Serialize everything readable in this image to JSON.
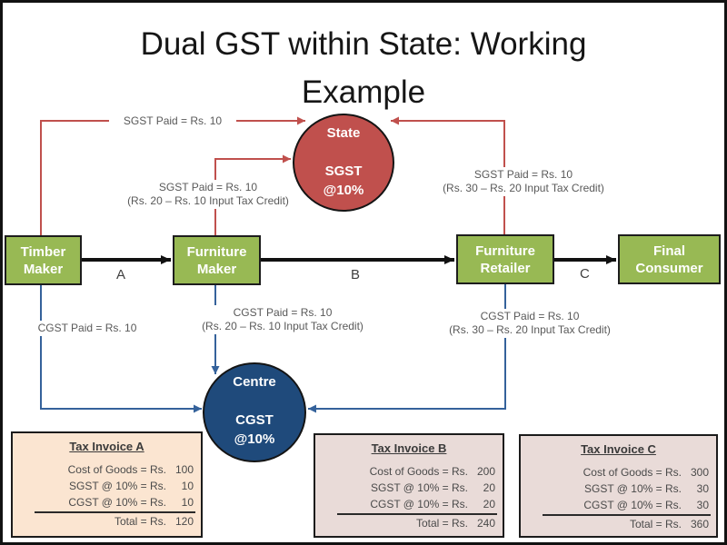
{
  "title": "Dual GST within State: Working Example",
  "entities": [
    {
      "label": "Timber\nMaker"
    },
    {
      "label": "Furniture\nMaker"
    },
    {
      "label": "Furniture\nRetailer"
    },
    {
      "label": "Final\nConsumer"
    }
  ],
  "flow_labels": [
    "A",
    "B",
    "C"
  ],
  "state_circle": {
    "text": "State\n\nSGST\n@10%"
  },
  "centre_circle": {
    "text": "Centre\n\nCGST\n@10%"
  },
  "labels": {
    "sgst_left": "SGST Paid = Rs. 10",
    "sgst_mid": "SGST Paid = Rs. 10\n(Rs. 20 – Rs. 10 Input Tax Credit)",
    "sgst_right": "SGST Paid = Rs. 10\n(Rs. 30 – Rs. 20 Input Tax Credit)",
    "cgst_left": "CGST Paid = Rs. 10",
    "cgst_mid": "CGST Paid = Rs. 10\n(Rs. 20 – Rs. 10 Input Tax Credit)",
    "cgst_right": "CGST Paid = Rs. 10\n(Rs. 30 – Rs. 20 Input Tax Credit)"
  },
  "invoices": [
    {
      "title": "Tax Invoice A",
      "rows": [
        {
          "label": "Cost of Goods = Rs.",
          "value": "100"
        },
        {
          "label": "SGST @ 10% = Rs.",
          "value": "10"
        },
        {
          "label": "CGST @ 10% = Rs.",
          "value": "10"
        }
      ],
      "total": {
        "label": "Total = Rs.",
        "value": "120"
      }
    },
    {
      "title": "Tax Invoice B",
      "rows": [
        {
          "label": "Cost of Goods = Rs.",
          "value": "200"
        },
        {
          "label": "SGST @ 10% = Rs.",
          "value": "20"
        },
        {
          "label": "CGST @ 10% = Rs.",
          "value": "20"
        }
      ],
      "total": {
        "label": "Total = Rs.",
        "value": "240"
      }
    },
    {
      "title": "Tax Invoice C",
      "rows": [
        {
          "label": "Cost of Goods = Rs.",
          "value": "300"
        },
        {
          "label": "SGST @ 10% = Rs.",
          "value": "30"
        },
        {
          "label": "CGST @ 10% = Rs.",
          "value": "30"
        }
      ],
      "total": {
        "label": "Total = Rs.",
        "value": "360"
      }
    }
  ],
  "colors": {
    "entity_green": "#98B954",
    "state_red": "#C0504D",
    "centre_blue": "#1F4A7B",
    "sgst_arrow": "#C0504D",
    "cgst_arrow": "#35629B",
    "flow_arrow": "#111111",
    "invoice_a_bg": "#FBE5D1",
    "invoice_bc_bg": "#E9DBD8"
  }
}
